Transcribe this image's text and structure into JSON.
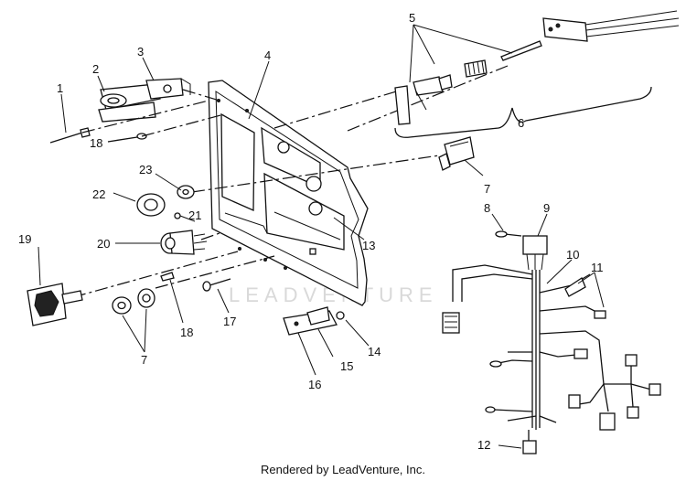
{
  "footer_text": "Rendered by LeadVenture, Inc.",
  "watermark_text": "LEADVENTURE",
  "callouts": {
    "c1": "1",
    "c2": "2",
    "c3": "3",
    "c4": "4",
    "c5": "5",
    "c6": "6",
    "c7a": "7",
    "c7b": "7",
    "c8": "8",
    "c9": "9",
    "c10": "10",
    "c11": "11",
    "c12": "12",
    "c13": "13",
    "c14": "14",
    "c15": "15",
    "c16": "16",
    "c17": "17",
    "c18a": "18",
    "c18b": "18",
    "c19": "19",
    "c20": "20",
    "c21": "21",
    "c22": "22",
    "c23": "23"
  }
}
